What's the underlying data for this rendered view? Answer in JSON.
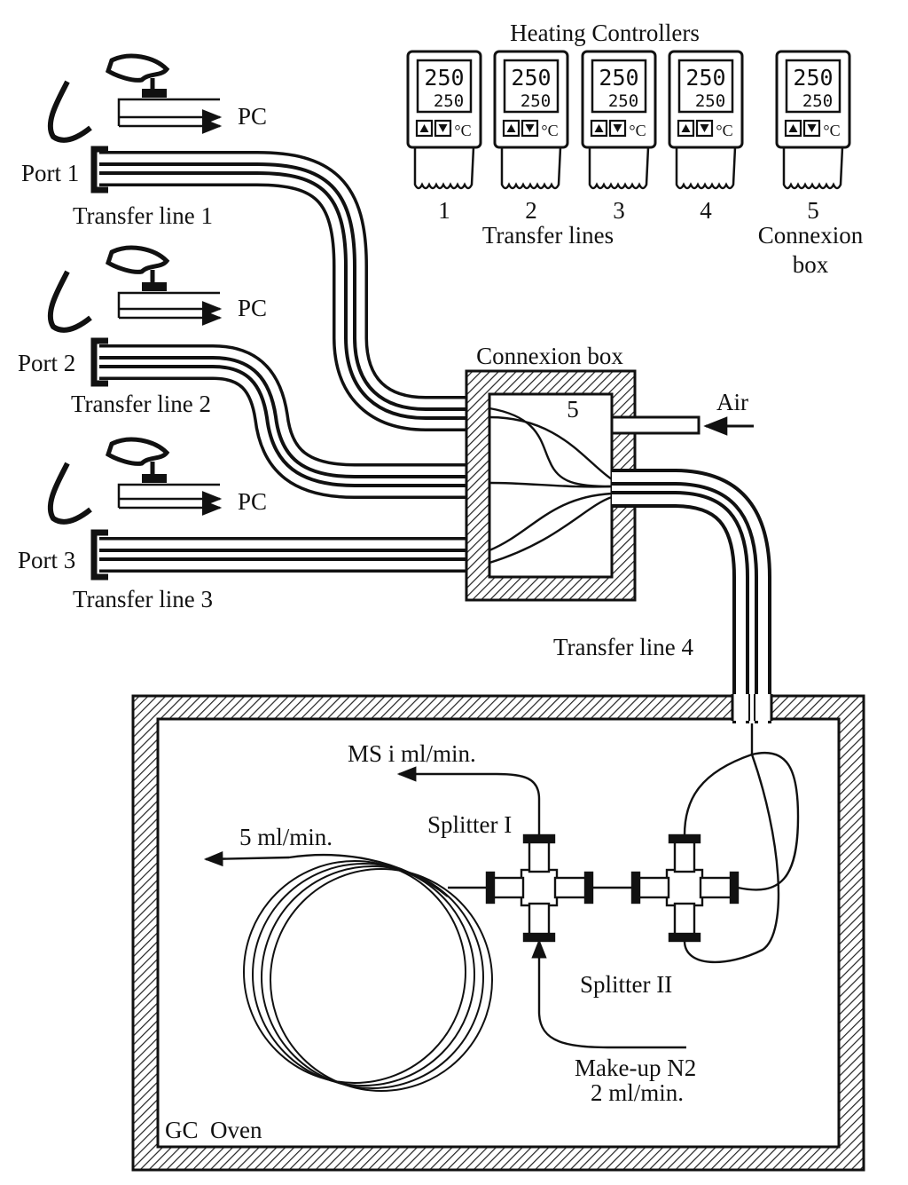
{
  "heating": {
    "title": "Heating Controllers",
    "display_top": "250",
    "display_bottom": "250",
    "unit": "°C",
    "controllers": [
      {
        "number": "1"
      },
      {
        "number": "2"
      },
      {
        "number": "3"
      },
      {
        "number": "4"
      },
      {
        "number": "5"
      }
    ],
    "group_label": "Transfer lines",
    "box_label_line1": "Connexion",
    "box_label_line2": "box"
  },
  "ports": [
    {
      "port": "Port 1",
      "line": "Transfer line 1",
      "pc": "PC"
    },
    {
      "port": "Port 2",
      "line": "Transfer line 2",
      "pc": "PC"
    },
    {
      "port": "Port 3",
      "line": "Transfer line 3",
      "pc": "PC"
    }
  ],
  "connexion_box": {
    "title": "Connexion box",
    "number": "5",
    "air": "Air"
  },
  "transfer_line_4": "Transfer line 4",
  "oven": {
    "label": "GC  Oven",
    "ms_flow": "MS i ml/min.",
    "splitter_1": "Splitter I",
    "splitter_2": "Splitter II",
    "column_flow": "5 ml/min.",
    "makeup_line1": "Make-up N2",
    "makeup_line2": "2 ml/min."
  }
}
